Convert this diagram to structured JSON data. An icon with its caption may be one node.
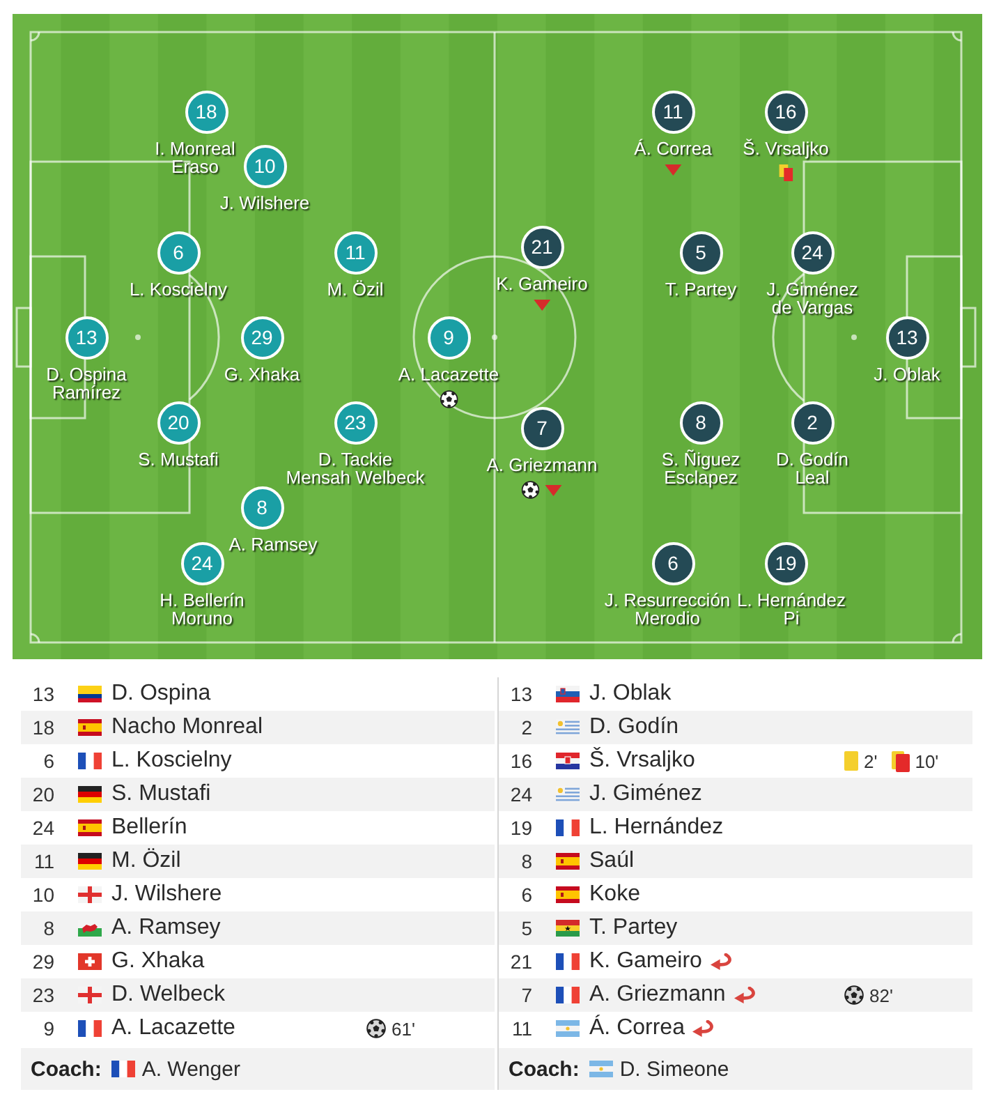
{
  "diagram": {
    "nodes": [
      {
        "text": [
          "18"
        ],
        "beside": [
          "I. Monreal Eraso"
        ]
      },
      {
        "text": [
          "10"
        ],
        "beside": [
          "J. Wilshere"
        ]
      },
      {
        "text": [
          "6"
        ],
        "beside": [
          "L. Koscielny"
        ]
      },
      {
        "text": [
          "11"
        ],
        "beside": [
          "M. Özil"
        ]
      },
      {
        "text": [
          "13"
        ],
        "beside": [
          "D. Ospina Ramírez"
        ]
      },
      {
        "text": [
          "29"
        ],
        "beside": [
          "G. Xhaka"
        ]
      },
      {
        "text": [
          "9"
        ],
        "beside": [
          "A. Lacazette"
        ]
      },
      {
        "text": [
          "20"
        ],
        "beside": [
          "S. Mustafi"
        ]
      },
      {
        "text": [
          "23"
        ],
        "beside": [
          "D. Tackie Mensah Welbeck"
        ]
      },
      {
        "text": [
          "8"
        ],
        "beside": [
          "A. Ramsey"
        ]
      },
      {
        "text": [
          "24"
        ],
        "beside": [
          "H. Bellerín Moruno"
        ]
      },
      {
        "text": [
          "11"
        ],
        "beside": [
          "Á. Correa"
        ]
      },
      {
        "text": [
          "16"
        ],
        "beside": [
          "Š. Vrsaljko"
        ]
      },
      {
        "text": [
          "21"
        ],
        "beside": [
          "K. Gameiro"
        ]
      },
      {
        "text": [
          "5"
        ],
        "beside": [
          "T. Partey"
        ]
      },
      {
        "text": [
          "24"
        ],
        "beside": [
          "J. Giménez de Vargas"
        ]
      },
      {
        "text": [
          "13"
        ],
        "beside": [
          "J. Oblak"
        ]
      },
      {
        "text": [
          "7"
        ],
        "beside": [
          "A. Griezmann"
        ]
      },
      {
        "text": [
          "8"
        ],
        "beside": [
          "S. Ñiguez Esclapez"
        ]
      },
      {
        "text": [
          "2"
        ],
        "beside": [
          "D. Godín Leal"
        ]
      },
      {
        "text": [
          "6"
        ],
        "beside": [
          "J. Resurrección Merodio"
        ]
      },
      {
        "text": [
          "19"
        ],
        "beside": [
          "L. Hernández Pi"
        ]
      }
    ],
    "labels": [
      "13",
      "D. Ospina",
      "18",
      "Nacho Monreal",
      "6",
      "L. Koscielny",
      "20",
      "S. Mustafi",
      "24",
      "Bellerín",
      "11",
      "M. Özil",
      "10",
      "J. Wilshere",
      "8",
      "A. Ramsey",
      "29",
      "G. Xhaka",
      "23",
      "D. Welbeck",
      "9",
      "A. Lacazette",
      "61'",
      "Coach:",
      "A. Wenger",
      "13",
      "J. Oblak",
      "2",
      "D. Godín",
      "16",
      "Š. Vrsaljko",
      "2'",
      "10'",
      "24",
      "J. Giménez",
      "19",
      "L. Hernández",
      "8",
      "Saúl",
      "6",
      "Koke",
      "5",
      "T. Partey",
      "21",
      "K. Gameiro",
      "7",
      "A. Griezmann",
      "82'",
      "11",
      "Á. Correa",
      "Coach:",
      "D. Simeone"
    ]
  }
}
